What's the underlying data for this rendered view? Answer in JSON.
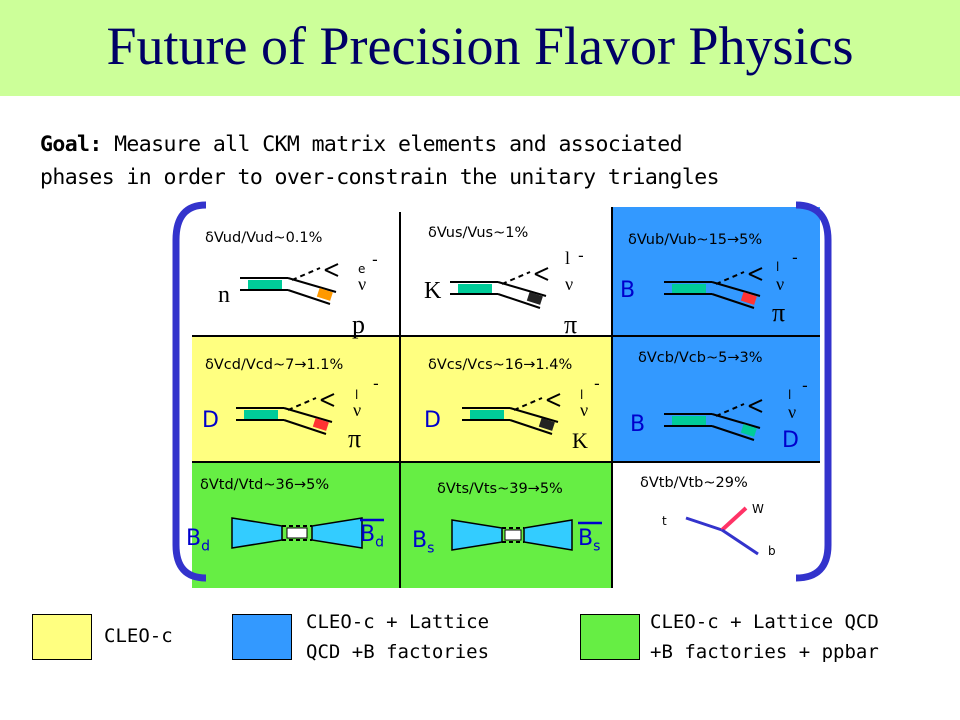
{
  "title": "Future of Precision Flavor Physics",
  "goal": {
    "label": "Goal:",
    "line1_rest": " Measure all CKM matrix elements and associated",
    "line2": "phases in order to over-constrain the unitary triangles"
  },
  "colors": {
    "banner": "#ccff99",
    "cleo_c": "#ffff80",
    "lattice": "#3399ff",
    "ppbar": "#66ee44",
    "bracket": "#3333cc",
    "title": "#000066"
  },
  "matrix": {
    "vud": {
      "label": "δVud/Vud~0.1%",
      "initial": "n",
      "final": "p",
      "l1": "e",
      "l2": "ν",
      "minus": "-"
    },
    "vus": {
      "label": "δVus/Vus~1%",
      "initial": "K",
      "final": "π",
      "l1": "l",
      "l2": "ν",
      "minus": "-"
    },
    "vub": {
      "label": "δVub/Vub~15→5%",
      "initial": "B",
      "final": "π",
      "l1": "l",
      "l2": "ν",
      "minus": "-"
    },
    "vcd": {
      "label": "δVcd/Vcd~7→1.1%",
      "initial": "D",
      "final": "π",
      "l1": "l",
      "l2": "ν",
      "minus": "-"
    },
    "vcs": {
      "label": "δVcs/Vcs~16→1.4%",
      "initial": "D",
      "final": "K",
      "l1": "l",
      "l2": "ν",
      "minus": "-"
    },
    "vcb": {
      "label": "δVcb/Vcb~5→3%",
      "initial": "B",
      "final": "D",
      "l1": "l",
      "l2": "ν",
      "minus": "-"
    },
    "vtd": {
      "label": "δVtd/Vtd~36→5%",
      "left": "B",
      "left_sub": "d",
      "right": "B",
      "right_sub": "d"
    },
    "vts": {
      "label": "δVts/Vts~39→5%",
      "left": "B",
      "left_sub": "s",
      "right": "B",
      "right_sub": "s"
    },
    "vtb": {
      "label": "δVtb/Vtb~29%",
      "t": "t",
      "w": "W",
      "b": "b"
    }
  },
  "legend": {
    "cleo_c": "CLEO-c",
    "lattice_line1": "CLEO-c + Lattice",
    "lattice_line2": "QCD +B factories",
    "ppbar_line1": "CLEO-c + Lattice QCD",
    "ppbar_line2": "+B factories + ppbar"
  }
}
